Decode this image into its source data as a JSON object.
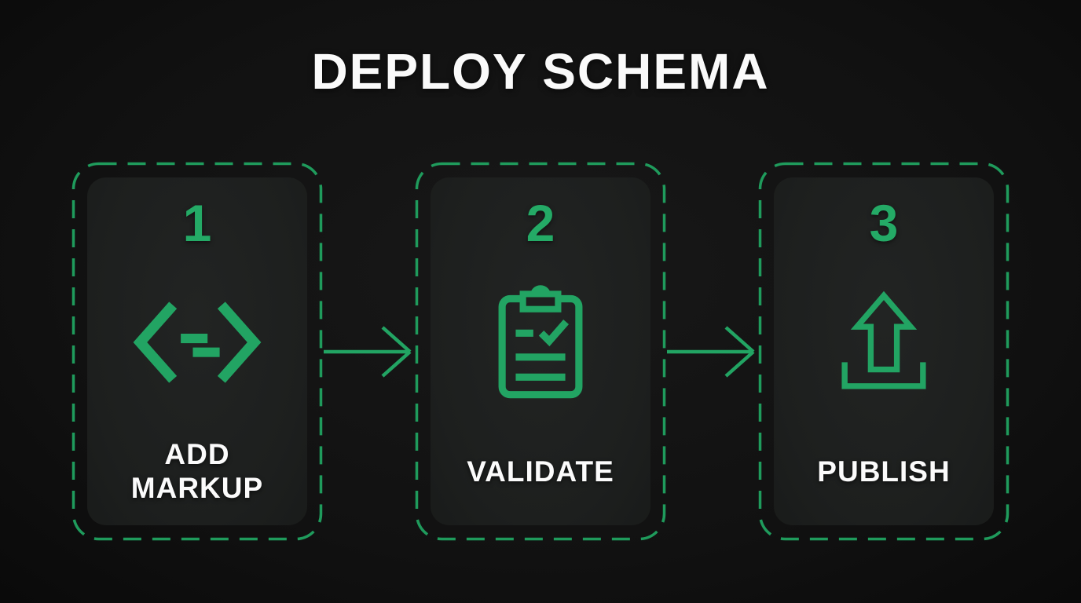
{
  "title": "DEPLOY SCHEMA",
  "steps": [
    {
      "number": "1",
      "label": "ADD MARKUP",
      "icon": "code-icon"
    },
    {
      "number": "2",
      "label": "VALIDATE",
      "icon": "checklist-icon"
    },
    {
      "number": "3",
      "label": "PUBLISH",
      "icon": "upload-icon"
    }
  ],
  "connectors": [
    {
      "icon": "arrow-right-icon"
    },
    {
      "icon": "arrow-right-icon"
    }
  ],
  "colors": {
    "background": "#111111",
    "card_fill": "#1e201f",
    "accent_green": "#22a463",
    "dash_green": "#1f9b5c",
    "text_white": "#fafafa"
  }
}
